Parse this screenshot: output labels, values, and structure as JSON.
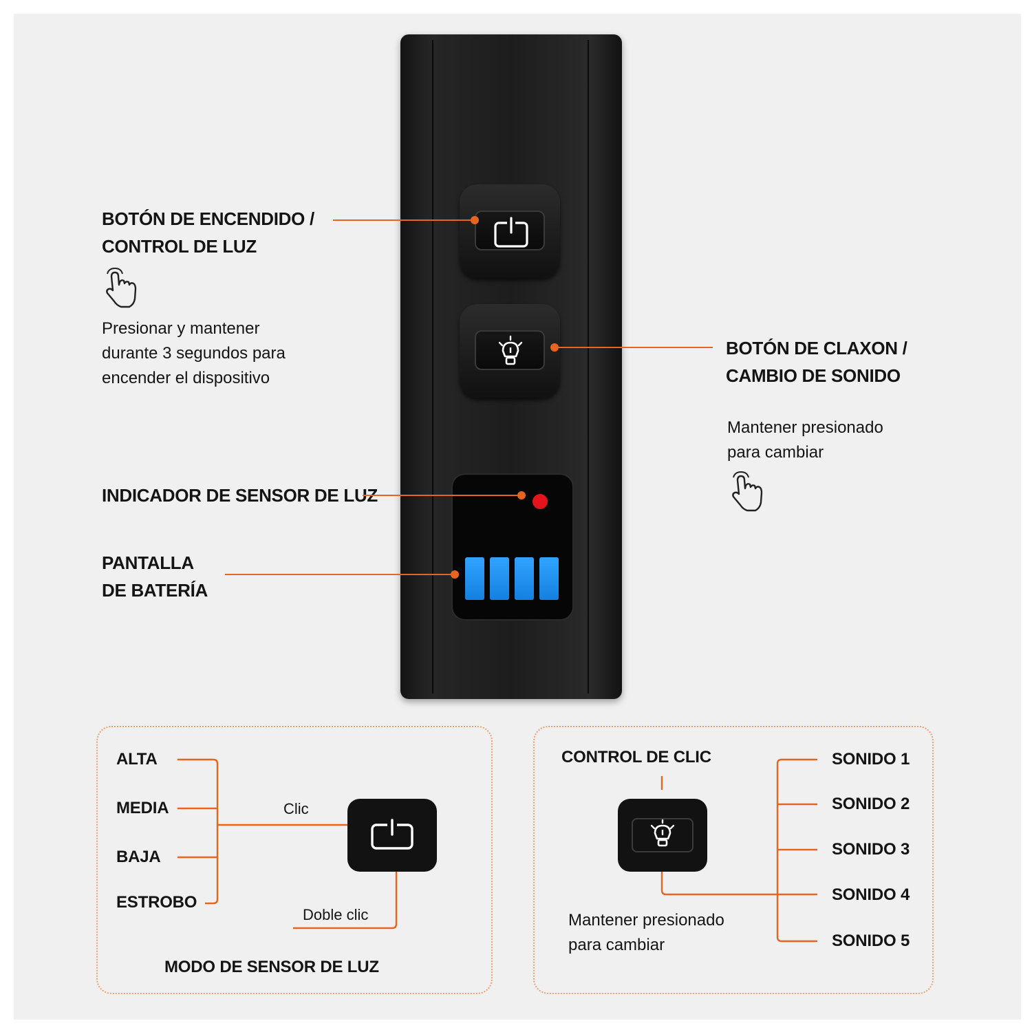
{
  "accent_color": "#e8651f",
  "callouts": {
    "power": {
      "heading": "BOTÓN DE ENCENDIDO /\nCONTROL DE LUZ",
      "description": "Presionar y mantener\ndurante 3 segundos para\nencender el dispositivo",
      "icon": "hand-press-icon"
    },
    "horn": {
      "heading": "BOTÓN DE CLAXON /\nCAMBIO DE SONIDO",
      "description": "Mantener presionado\npara cambiar",
      "icon": "hand-press-icon"
    },
    "sensor_indicator": {
      "heading": "INDICADOR DE SENSOR DE LUZ"
    },
    "battery_display": {
      "heading": "PANTALLA\nDE BATERÍA",
      "bars": 4
    }
  },
  "device": {
    "power_button_icon": "power-icon",
    "horn_button_icon": "horn-icon",
    "sensor_led_color": "#e5141c",
    "battery_color": "#2196f3"
  },
  "light_mode_box": {
    "title": "MODO DE SENSOR DE LUZ",
    "modes": [
      "ALTA",
      "MEDIA",
      "BAJA",
      "ESTROBO"
    ],
    "click_label": "Clic",
    "double_click_label": "Doble clic",
    "button_icon": "power-icon"
  },
  "sound_box": {
    "title": "CONTROL DE CLIC",
    "description": "Mantener presionado\npara cambiar",
    "sounds": [
      "SONIDO 1",
      "SONIDO 2",
      "SONIDO 3",
      "SONIDO 4",
      "SONIDO 5"
    ],
    "button_icon": "horn-icon"
  }
}
